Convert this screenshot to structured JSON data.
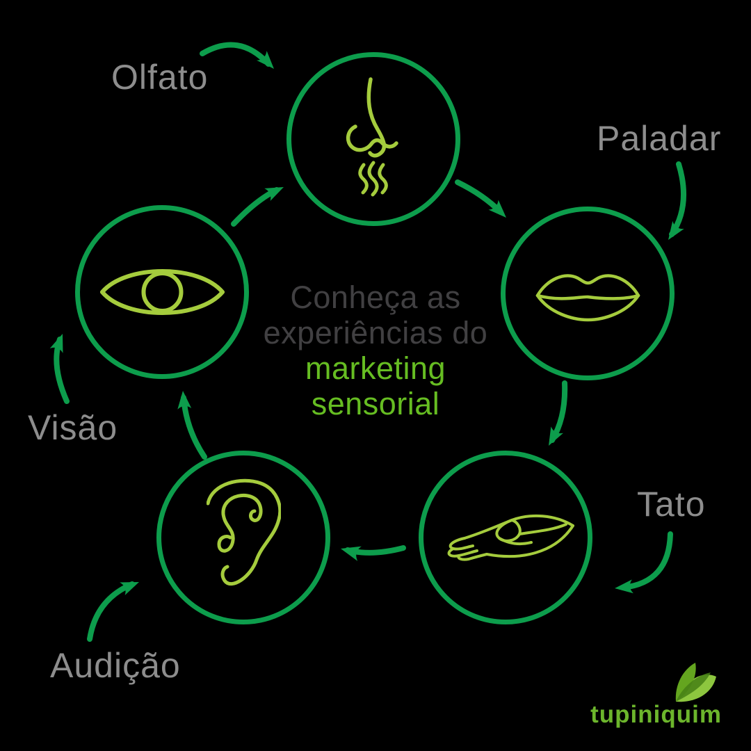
{
  "title": {
    "line1": "Conheça as",
    "line2": "experiências do",
    "line3": "marketing",
    "line4": "sensorial"
  },
  "senses": {
    "olfato": {
      "label": "Olfato",
      "icon": "nose-icon"
    },
    "paladar": {
      "label": "Paladar",
      "icon": "lips-icon"
    },
    "tato": {
      "label": "Tato",
      "icon": "hand-icon"
    },
    "audicao": {
      "label": "Audição",
      "icon": "ear-icon"
    },
    "visao": {
      "label": "Visão",
      "icon": "eye-icon"
    }
  },
  "logo": {
    "text": "tupiniquim"
  },
  "colors": {
    "background": "#000000",
    "circle_green": "#0d9d4c",
    "arrow_green": "#0d9d4c",
    "icon_green": "#a5cc3d",
    "label_gray": "#8d8d8d",
    "text_dark_gray": "#414042",
    "highlight_green": "#66bd22",
    "logo_green": "#6cb52c",
    "leaf_light": "#8dc63f",
    "leaf_mid": "#64a51f",
    "leaf_dark": "#457f15"
  }
}
